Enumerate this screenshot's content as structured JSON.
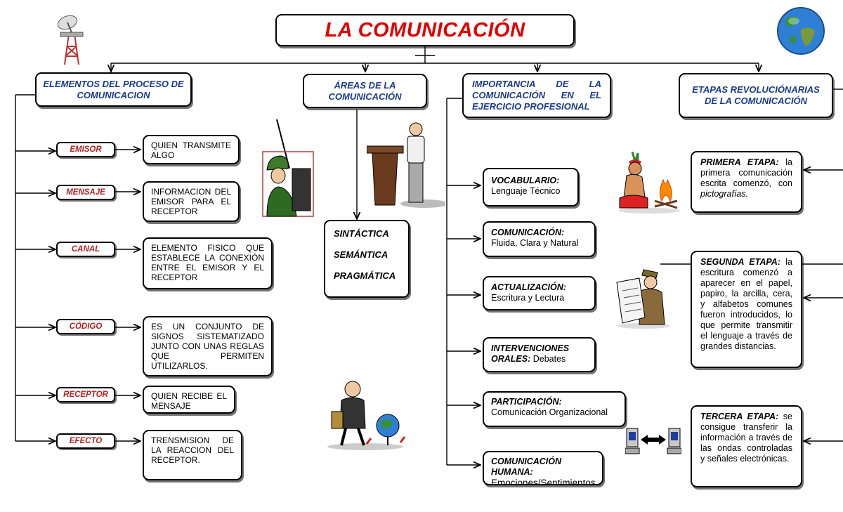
{
  "title": "LA COMUNICACIÓN",
  "headers": {
    "elementos": "ELEMENTOS DEL PROCESO DE COMUNICACION",
    "areas": "ÁREAS DE LA COMUNICACIÓN",
    "importancia": "IMPORTANCIA DE LA COMUNICACIÓN EN EL EJERCICIO PROFESIONAL",
    "etapas": "ETAPAS REVOLUCIÓNARIAS DE LA COMUNICACIÓN"
  },
  "elementos": [
    {
      "label": "EMISOR",
      "desc": "QUIEN TRANSMITE ALGO"
    },
    {
      "label": "MENSAJE",
      "desc": "INFORMACION DEL EMISOR PARA EL RECEPTOR"
    },
    {
      "label": "CANAL",
      "desc": "ELEMENTO FISICO QUE ESTABLECE LA CONEXIÓN ENTRE EL EMISOR Y EL RECEPTOR"
    },
    {
      "label": "CÓDIGO",
      "desc": "ES UN CONJUNTO DE SIGNOS SISTEMATIZADO JUNTO CON UNAS REGLAS QUE PERMITEN UTILIZARLOS."
    },
    {
      "label": "RECEPTOR",
      "desc": "QUIEN RECIBE EL MENSAJE"
    },
    {
      "label": "EFECTO",
      "desc": "TRENSMISION DE LA REACCION DEL RECEPTOR."
    }
  ],
  "areas": [
    "SINTÁCTICA",
    "SEMÁNTICA",
    "PRAGMÁTICA"
  ],
  "importancia": [
    {
      "label": "VOCABULARIO:",
      "text": "Lenguaje Técnico"
    },
    {
      "label": "COMUNICACIÓN:",
      "text": "Fluida, Clara y Natural"
    },
    {
      "label": "ACTUALIZACIÓN:",
      "text": "Escritura y Lectura"
    },
    {
      "label": "INTERVENCIONES ORALES:",
      "text": "Debates"
    },
    {
      "label": "PARTICIPACIÓN:",
      "text": "Comunicación Organizacional"
    },
    {
      "label": "COMUNICACIÓN HUMANA:",
      "text": "Emociones/Sentimientos"
    }
  ],
  "etapas": [
    {
      "label": "PRIMERA ETAPA:",
      "text": "la primera comunicación escrita comenzó, con",
      "text_italic": "pictografías."
    },
    {
      "label": "SEGUNDA ETAPA:",
      "text": "la escritura comenzó a aparecer en el papel, papiro, la arcilla, cera, y alfabetos comunes fueron introducidos, lo que permite transmitir el lenguaje a través de grandes distancias."
    },
    {
      "label": "TERCERA ETAPA:",
      "text": "se consigue transferir la información a través de las ondas controladas y señales electrónicas."
    }
  ],
  "icons": [
    "radio-tower-icon",
    "globe-icon",
    "soldier-radio-icon",
    "speaker-podium-icon",
    "professor-globe-icon",
    "native-fire-icon",
    "newspaper-reader-icon",
    "computers-link-icon"
  ],
  "colors": {
    "title": "#e00000",
    "header": "#1a3a8a",
    "element_label": "#b22222"
  }
}
